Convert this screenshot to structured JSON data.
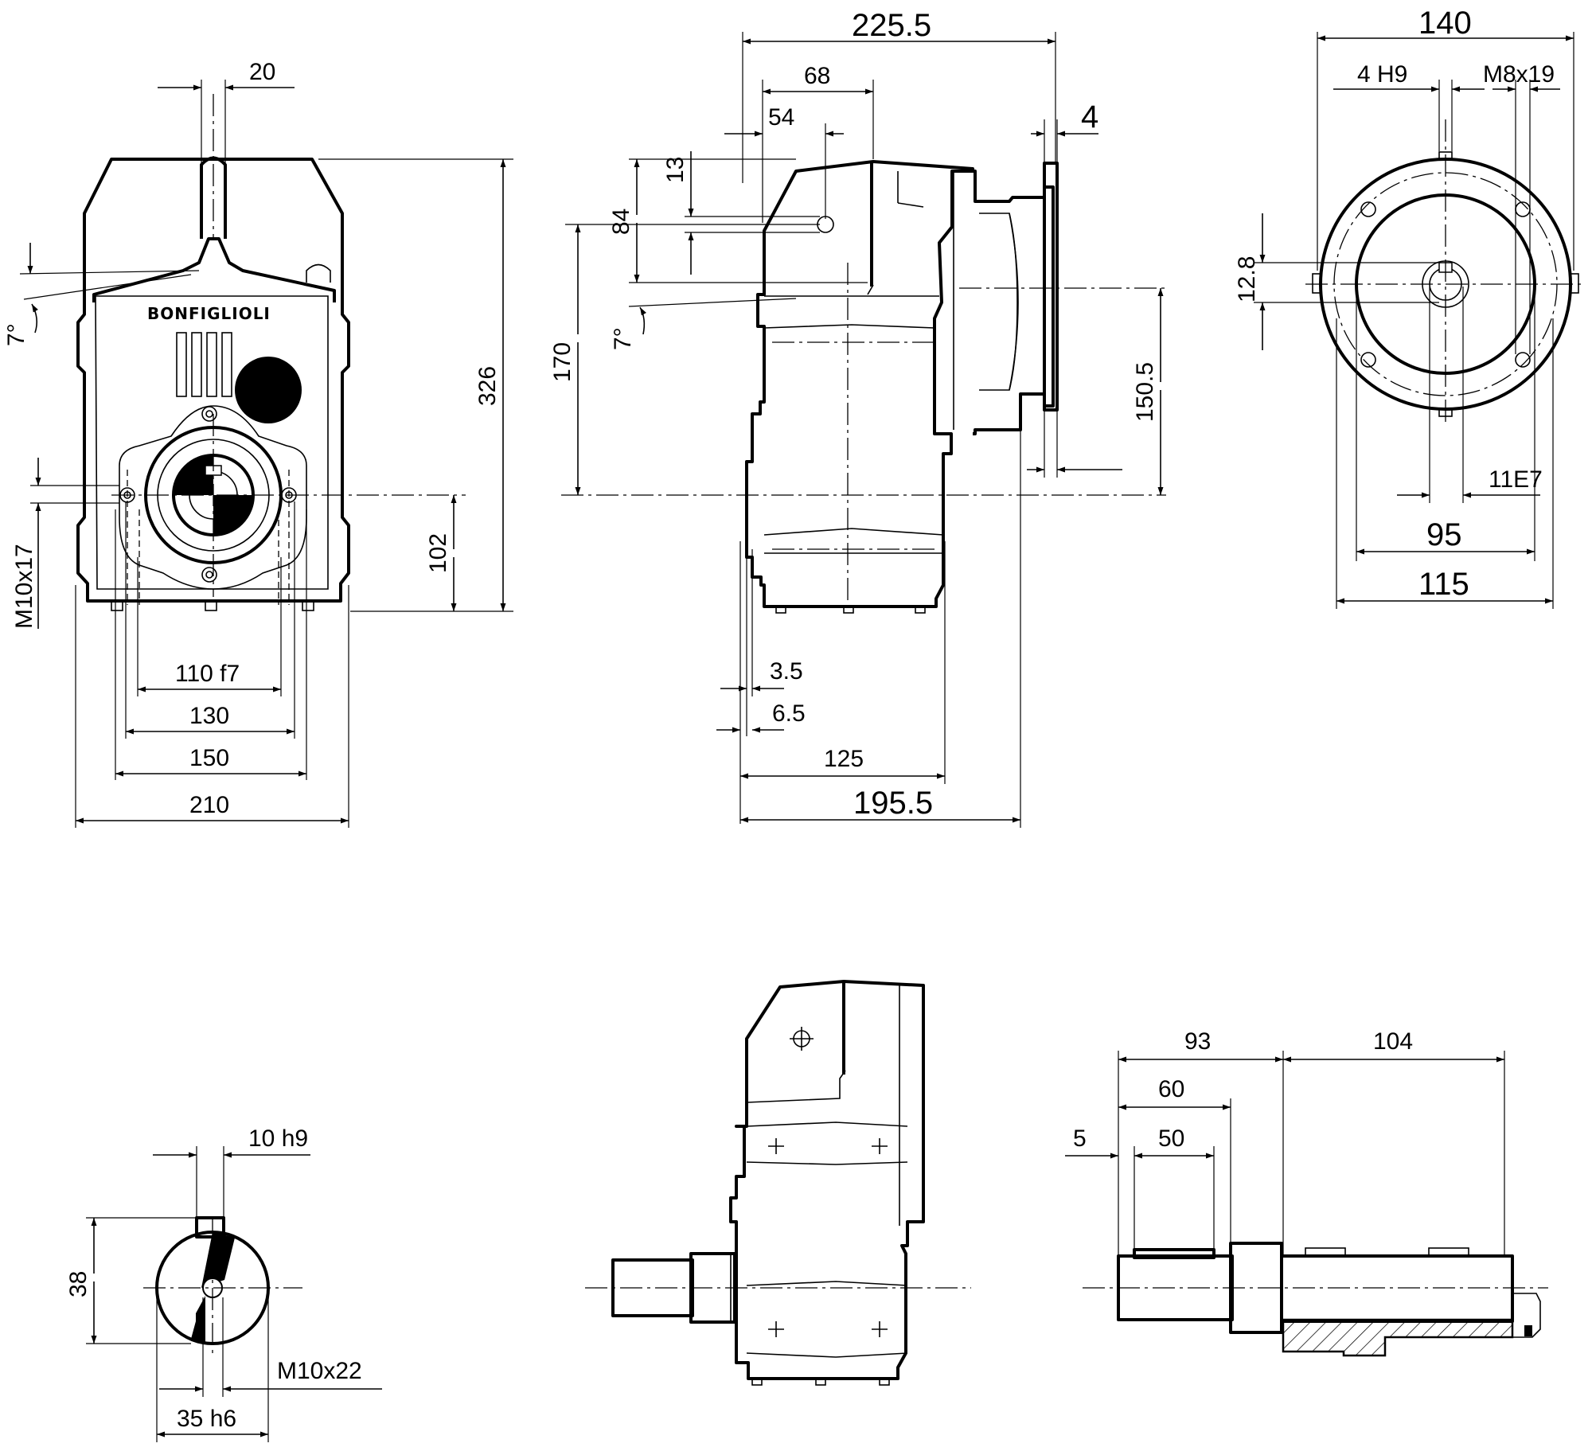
{
  "brand": "BONFIGLIOLI",
  "front_view": {
    "dims": {
      "key_width": "20",
      "height": "326",
      "angle": "7°",
      "axis_height": "102",
      "thread": "M10x17",
      "d_110": "110 f7",
      "d_130": "130",
      "d_150": "150",
      "width": "210"
    }
  },
  "side_view": {
    "dims": {
      "overall": "225.5",
      "d_68": "68",
      "d_54": "54",
      "flange": "4",
      "d_13": "13",
      "d_84": "84",
      "d_170": "170",
      "angle": "7°",
      "d_150_5": "150.5",
      "d_3_5": "3.5",
      "d_6_5": "6.5",
      "d_125": "125",
      "d_195_5": "195.5"
    }
  },
  "input_view": {
    "dims": {
      "d_140": "140",
      "key": "4 H9",
      "thread": "M8x19",
      "d_12_8": "12.8",
      "bore": "11E7",
      "d_95": "95",
      "d_115": "115"
    }
  },
  "shaft_section": {
    "dims": {
      "key": "10 h9",
      "height": "38",
      "thread": "M10x22",
      "diameter": "35 h6"
    }
  },
  "shaft_detail": {
    "dims": {
      "d_93": "93",
      "d_104": "104",
      "d_60": "60",
      "d_5": "5",
      "d_50": "50"
    }
  }
}
